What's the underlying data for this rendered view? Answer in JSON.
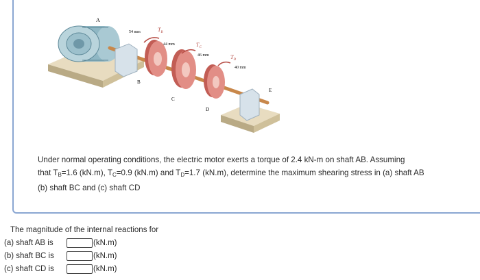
{
  "figure": {
    "point_A": "A",
    "point_B": "B",
    "point_C": "C",
    "point_D": "D",
    "point_E": "E",
    "dim_54": "54 mm",
    "dim_44": "44 mm",
    "dim_46": "46 mm",
    "dim_40": "40 mm",
    "torque_TB": "T",
    "torque_TB_sub": "B",
    "torque_TC": "T",
    "torque_TC_sub": "C",
    "torque_TD": "T",
    "torque_TD_sub": "D"
  },
  "problem": {
    "p1": "Under normal operating conditions, the electric motor exerts a torque of 2.4 kN-m on shaft AB. Assuming",
    "p2a": "that T",
    "p2b": "=1.6 (kN.m), T",
    "p2c": "=0.9 (kN.m) and T",
    "p2d": "=1.7 (kN.m), determine the maximum shearing stress in (a) shaft AB",
    "subB": "B",
    "subC": "C",
    "subD": "D",
    "p3": "(b) shaft BC and (c) shaft CD"
  },
  "answer": {
    "heading": "The magnitude of the internal reactions for",
    "rows": [
      {
        "label": "(a) shaft AB is",
        "unit": "(kN.m)"
      },
      {
        "label": "(b) shaft BC is",
        "unit": "(kN.m)"
      },
      {
        "label": "(c) shaft CD is",
        "unit": "(kN.m)"
      }
    ]
  }
}
